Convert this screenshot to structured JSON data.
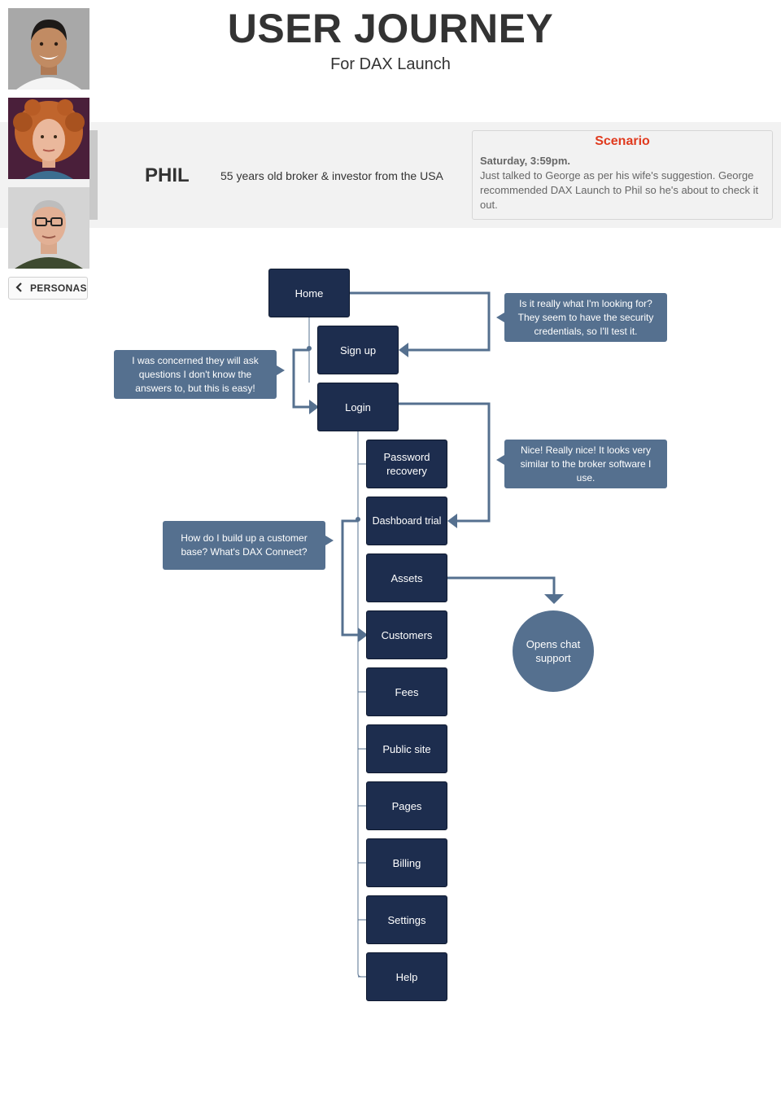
{
  "header": {
    "title": "USER JOURNEY",
    "subtitle": "For DAX Launch"
  },
  "persona": {
    "name": "PHIL",
    "description": "55 years old broker & investor from the USA"
  },
  "scenario": {
    "title": "Scenario",
    "time": "Saturday, 3:59pm.",
    "text": "Just talked to George as per his wife's suggestion. George recommended DAX Launch to Phil so he's about to check it out."
  },
  "sidebar": {
    "back_icon": "chevron-left-icon",
    "personas_label": "PERSONAS",
    "avatars": [
      "avatar-man-smiling",
      "avatar-woman-curly-hair",
      "avatar-man-glasses"
    ]
  },
  "flow": {
    "home": "Home",
    "sign_up": "Sign up",
    "login": "Login",
    "password_recovery": "Password recovery",
    "dashboard_trial": "Dashboard trial",
    "assets": "Assets",
    "customers": "Customers",
    "fees": "Fees",
    "public_site": "Public site",
    "pages": "Pages",
    "billing": "Billing",
    "settings": "Settings",
    "help": "Help",
    "chat_support": "Opens chat support"
  },
  "thoughts": {
    "security": "Is it really what I'm looking for? They seem to have the security credentials, so I'll test it.",
    "signup_easy": "I was concerned they will ask questions I don't know the answers to, but this is easy!",
    "broker_software": "Nice! Really nice! It looks very similar to the broker software I use.",
    "customer_base": "How do I build up a customer base? What's DAX Connect?"
  },
  "colors": {
    "node": "#1d2d4e",
    "bubble": "#55708f",
    "connector": "#55708f",
    "scenario_title": "#e03a1e",
    "band": "#f2f2f2"
  }
}
